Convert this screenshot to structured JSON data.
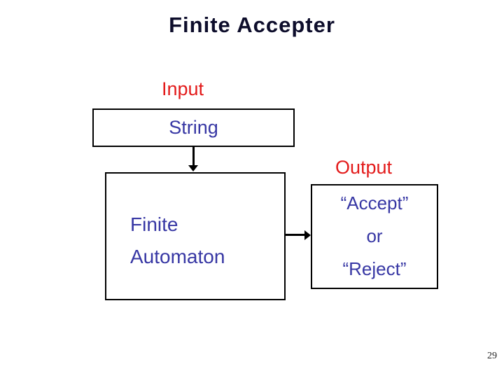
{
  "slide": {
    "title": "Finite Accepter",
    "page_number": "29"
  },
  "diagram": {
    "input_label": "Input",
    "string_box": {
      "label": "String"
    },
    "automaton_box": {
      "line1": "Finite",
      "line2": "Automaton"
    },
    "output_label": "Output",
    "output_box": {
      "line1": "“Accept”",
      "line2": "or",
      "line3": "“Reject”"
    }
  },
  "colors": {
    "title": "#0d0d2b",
    "label_red": "#e31b1b",
    "text_blue": "#3737a4",
    "line_black": "#000000",
    "background": "#ffffff",
    "page_num": "#222222"
  }
}
